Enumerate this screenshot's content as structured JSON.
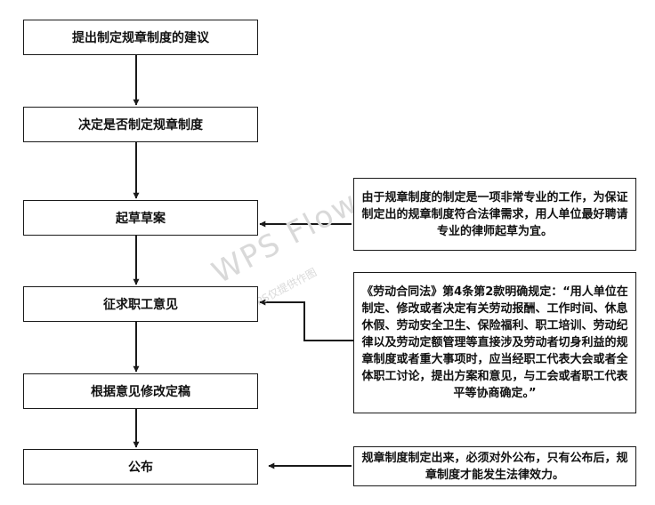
{
  "steps": [
    {
      "label": "提出制定规章制度的建议"
    },
    {
      "label": "决定是否制定规章制度"
    },
    {
      "label": "起草草案"
    },
    {
      "label": "征求职工意见"
    },
    {
      "label": "根据意见修改定稿"
    },
    {
      "label": "公布"
    }
  ],
  "notes": [
    {
      "text": "由于规章制度的制定是一项非常专业的工作，为保证制定出的规章制度符合法律需求，用人单位最好聘请专业的律师起草为宜。"
    },
    {
      "text": "《劳动合同法》第4条第2款明确规定：“用人单位在制定、修改或者决定有关劳动报酬、工作时间、休息休假、劳动安全卫生、保险福利、职工培训、劳动纪律以及劳动定额管理等直接涉及劳动者切身利益的规章制度或者重大事项时，应当经职工代表大会或者全体职工讨论，提出方案和意见，与工会或者职工代表平等协商确定。”"
    },
    {
      "text": "规章制度制定出来，必须对外公布，只有公布后，规章制度才能发生法律效力。"
    }
  ],
  "watermark": {
    "main": "WPS Flow",
    "sub": "WPS仅提供作图"
  },
  "colors": {
    "stroke": "#1a1a1a",
    "watermark": "#d9d9d9"
  }
}
